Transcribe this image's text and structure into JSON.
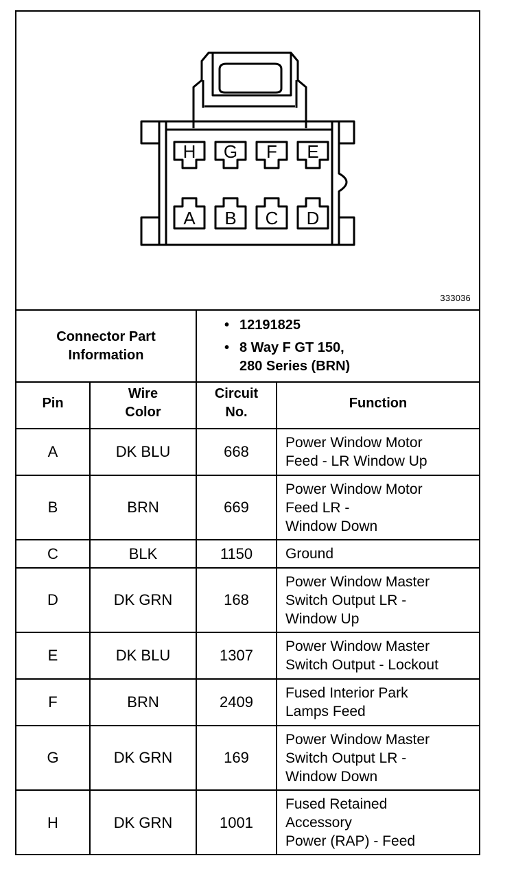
{
  "figure_id": "333036",
  "connector": {
    "upper_pins": [
      "H",
      "G",
      "F",
      "E"
    ],
    "lower_pins": [
      "A",
      "B",
      "C",
      "D"
    ]
  },
  "connector_part_info": {
    "label": "Connector Part\nInformation",
    "items": [
      "12191825",
      "8 Way F GT 150,\n280 Series (BRN)"
    ]
  },
  "headers": {
    "pin": "Pin",
    "wire_color": "Wire\nColor",
    "circuit_no": "Circuit\nNo.",
    "function": "Function"
  },
  "rows": [
    {
      "pin": "A",
      "wire_color": "DK BLU",
      "circuit": "668",
      "function": "Power Window Motor\nFeed - LR Window Up"
    },
    {
      "pin": "B",
      "wire_color": "BRN",
      "circuit": "669",
      "function": "Power Window Motor\nFeed LR -\nWindow Down"
    },
    {
      "pin": "C",
      "wire_color": "BLK",
      "circuit": "1150",
      "function": "Ground"
    },
    {
      "pin": "D",
      "wire_color": "DK GRN",
      "circuit": "168",
      "function": "Power Window Master\nSwitch Output LR -\nWindow Up"
    },
    {
      "pin": "E",
      "wire_color": "DK BLU",
      "circuit": "1307",
      "function": "Power Window Master\nSwitch Output - Lockout"
    },
    {
      "pin": "F",
      "wire_color": "BRN",
      "circuit": "2409",
      "function": "Fused Interior Park\nLamps Feed"
    },
    {
      "pin": "G",
      "wire_color": "DK GRN",
      "circuit": "169",
      "function": "Power Window Master\nSwitch Output LR -\nWindow Down"
    },
    {
      "pin": "H",
      "wire_color": "DK GRN",
      "circuit": "1001",
      "function": "Fused Retained\nAccessory\nPower (RAP) - Feed"
    }
  ]
}
